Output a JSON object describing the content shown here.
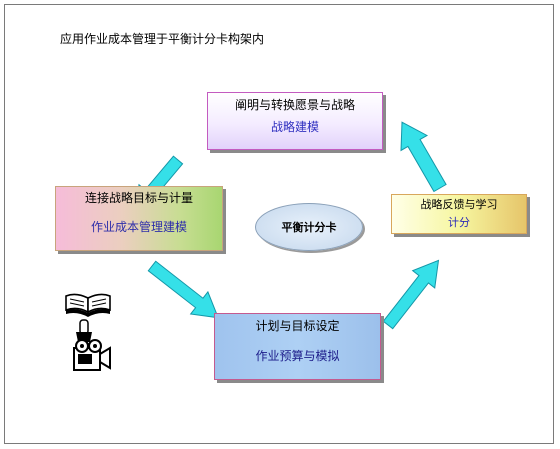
{
  "title": "应用作业成本管理于平衡计分卡构架内",
  "center": "平衡计分卡",
  "boxes": {
    "vision": {
      "line1": "阐明与转换愿景与战略",
      "line2": "战略建模"
    },
    "link": {
      "line1": "连接战略目标与计量",
      "line2": "作业成本管理建模"
    },
    "feedback": {
      "line1": "战略反馈与学习",
      "line2": "计分"
    },
    "plan": {
      "line1": "计划与目标设定",
      "line2": "作业预算与模拟"
    }
  },
  "colors": {
    "arrow_fill": "#35e0e8",
    "arrow_stroke": "#1497a8",
    "vision_border": "#c35bc0",
    "plan_border": "#c45a8f"
  },
  "icons": [
    "open-book-icon",
    "hand-pointer-icon",
    "film-camera-icon"
  ]
}
